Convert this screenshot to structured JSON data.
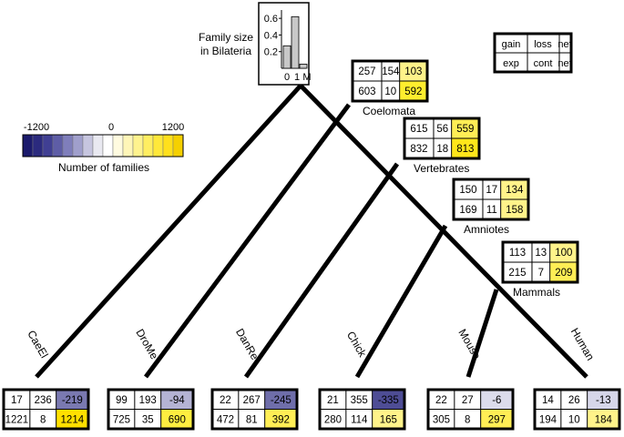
{
  "inset": {
    "label_lines": [
      "Family size",
      "in Bilateria"
    ],
    "y_ticks": [
      "0.6",
      "0.4",
      "0.2"
    ],
    "x_ticks": [
      "0",
      "1",
      "M"
    ],
    "bars": [
      {
        "category": "0",
        "value": 0.27
      },
      {
        "category": "1",
        "value": 0.62
      },
      {
        "category": "M",
        "value": 0.05
      }
    ],
    "bar_color": "#c8c8c8"
  },
  "legend_key": {
    "row1": [
      "gain",
      "loss",
      "net"
    ],
    "row2": [
      "exp",
      "cont",
      "net"
    ]
  },
  "color_scale": {
    "tick_labels": [
      "-1200",
      "0",
      "1200"
    ],
    "title": "Number of families",
    "colors": [
      "#1b1a6c",
      "#2b2a7e",
      "#403f93",
      "#5e5da6",
      "#7f7ebb",
      "#a09fcc",
      "#c6c5df",
      "#e9e9f1",
      "#ffffff",
      "#fffbe0",
      "#fff6b8",
      "#fff38e",
      "#ffee61",
      "#ffe83a",
      "#ffe01c",
      "#f5d000"
    ]
  },
  "internal_nodes": [
    {
      "id": "coelomata",
      "label": "Coelomata",
      "row1": [
        "257",
        "154",
        "103"
      ],
      "row2": [
        "603",
        "10",
        "592"
      ],
      "net_colors": [
        "#fff38a",
        "#ffee2e"
      ]
    },
    {
      "id": "vertebrates",
      "label": "Vertebrates",
      "row1": [
        "615",
        "56",
        "559"
      ],
      "row2": [
        "832",
        "18",
        "813"
      ],
      "net_colors": [
        "#ffee55",
        "#ffe61a"
      ]
    },
    {
      "id": "amniotes",
      "label": "Amniotes",
      "row1": [
        "150",
        "17",
        "134"
      ],
      "row2": [
        "169",
        "11",
        "158"
      ],
      "net_colors": [
        "#fff38a",
        "#fff38a"
      ]
    },
    {
      "id": "mammals",
      "label": "Mammals",
      "row1": [
        "113",
        "13",
        "100"
      ],
      "row2": [
        "215",
        "7",
        "209"
      ],
      "net_colors": [
        "#fff38a",
        "#ffee55"
      ]
    }
  ],
  "leaves": [
    {
      "id": "caeel",
      "label": "CaeEl",
      "row1": [
        "17",
        "236",
        "-219"
      ],
      "row2": [
        "1221",
        "8",
        "1214"
      ],
      "net_colors": [
        "#7a79b1",
        "#ffe000"
      ]
    },
    {
      "id": "drome",
      "label": "DroMe",
      "row1": [
        "99",
        "193",
        "-94"
      ],
      "row2": [
        "725",
        "35",
        "690"
      ],
      "net_colors": [
        "#b4b3d4",
        "#ffee40"
      ]
    },
    {
      "id": "danre",
      "label": "DanRe",
      "row1": [
        "22",
        "267",
        "-245"
      ],
      "row2": [
        "472",
        "81",
        "392"
      ],
      "net_colors": [
        "#6f6eaa",
        "#ffee55"
      ]
    },
    {
      "id": "chick",
      "label": "Chick",
      "row1": [
        "21",
        "355",
        "-335"
      ],
      "row2": [
        "280",
        "114",
        "165"
      ],
      "net_colors": [
        "#4e4d95",
        "#fff38a"
      ]
    },
    {
      "id": "mouse",
      "label": "Mouse",
      "row1": [
        "22",
        "27",
        "-6"
      ],
      "row2": [
        "305",
        "8",
        "297"
      ],
      "net_colors": [
        "#dcdcec",
        "#ffee55"
      ]
    },
    {
      "id": "human",
      "label": "Human",
      "row1": [
        "14",
        "26",
        "-13"
      ],
      "row2": [
        "194",
        "10",
        "184"
      ],
      "net_colors": [
        "#d6d6e9",
        "#fff38a"
      ]
    }
  ]
}
